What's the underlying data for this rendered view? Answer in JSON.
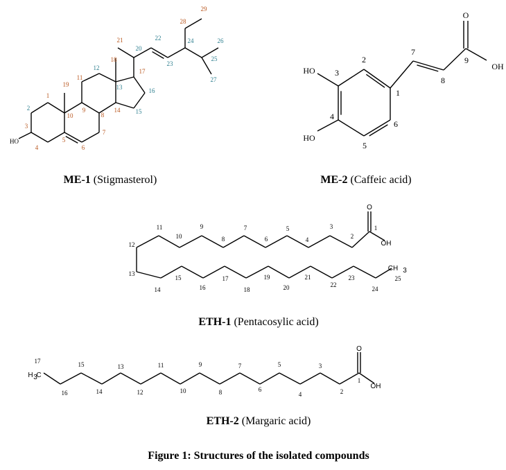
{
  "colors": {
    "label_orange": "#b8561e",
    "label_teal": "#2e7f8f",
    "bond": "#000000"
  },
  "me1": {
    "caption_id": "ME-1",
    "caption_name": " (Stigmasterol)",
    "hydroxyl": "HO",
    "atom_labels": [
      "1",
      "2",
      "3",
      "4",
      "5",
      "6",
      "7",
      "8",
      "9",
      "10",
      "11",
      "12",
      "13",
      "14",
      "15",
      "16",
      "17",
      "18",
      "19",
      "20",
      "21",
      "22",
      "23",
      "24",
      "25",
      "26",
      "27",
      "28",
      "29"
    ]
  },
  "me2": {
    "caption_id": "ME-2",
    "caption_name": " (Caffeic acid)",
    "groups": [
      "HO",
      "HO",
      "O",
      "OH"
    ],
    "atom_labels": [
      "1",
      "2",
      "3",
      "4",
      "5",
      "6",
      "7",
      "8",
      "9"
    ]
  },
  "eth1": {
    "caption_id": "ETH-1",
    "caption_name": " (Pentacosylic acid)",
    "groups": [
      "O",
      "OH",
      "CH",
      "3"
    ],
    "atom_labels": [
      "1",
      "2",
      "3",
      "4",
      "5",
      "6",
      "7",
      "8",
      "9",
      "10",
      "11",
      "12",
      "13",
      "14",
      "15",
      "16",
      "17",
      "18",
      "19",
      "20",
      "21",
      "22",
      "23",
      "24",
      "25"
    ]
  },
  "eth2": {
    "caption_id": "ETH-2",
    "caption_name": " (Margaric acid)",
    "groups": [
      "H",
      "3",
      "C",
      "O",
      "OH"
    ],
    "atom_labels": [
      "1",
      "2",
      "3",
      "4",
      "5",
      "6",
      "7",
      "8",
      "9",
      "10",
      "11",
      "12",
      "13",
      "14",
      "15",
      "16",
      "17"
    ]
  },
  "figure_caption": "Figure 1: Structures of the isolated compounds"
}
